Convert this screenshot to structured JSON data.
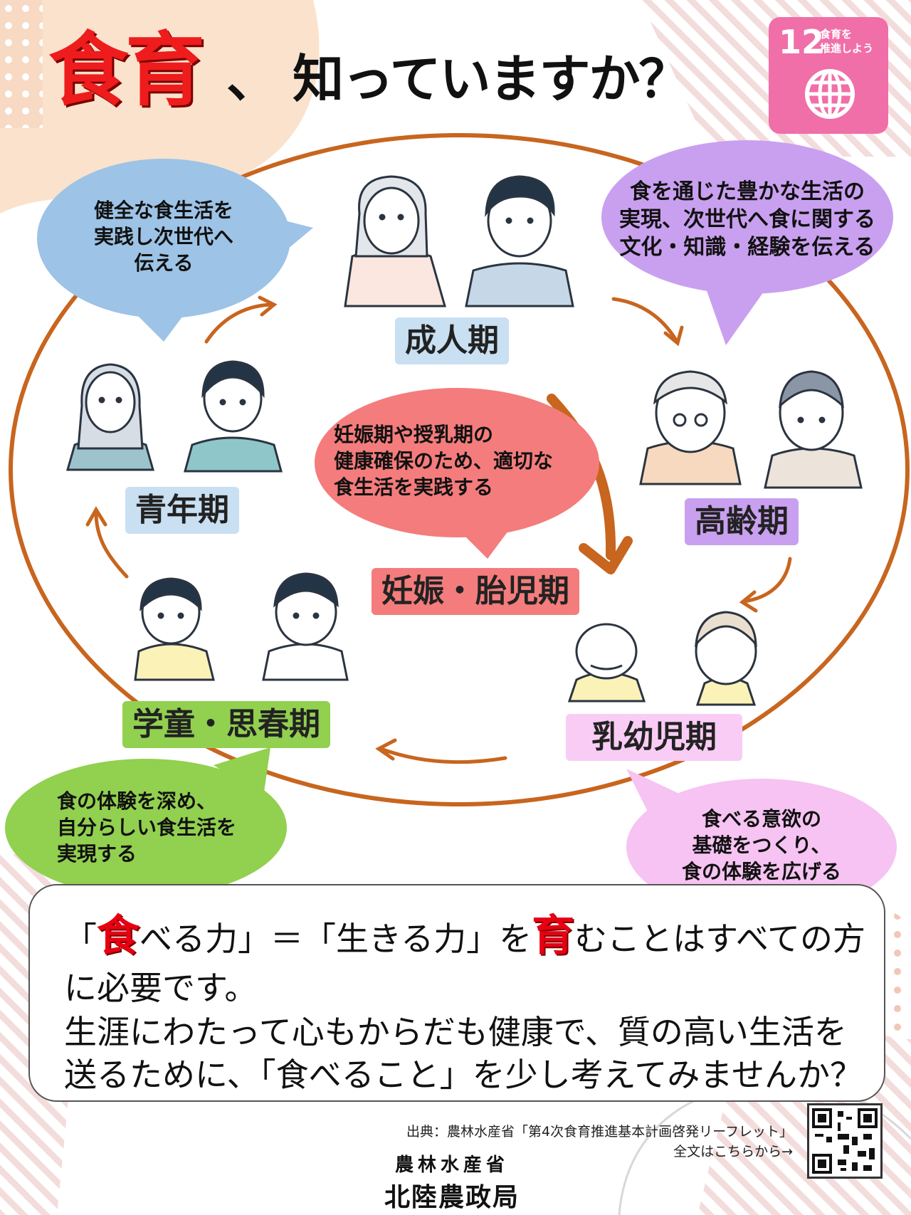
{
  "title": {
    "main": "食育",
    "rest": "、 知っていますか？"
  },
  "sdg": {
    "number": "12",
    "text": "食育を\n推進しよう",
    "icon": "globe-icon",
    "color": "#f06fa8"
  },
  "stages": {
    "adult": "成人期",
    "elderly": "高齢期",
    "infant": "乳幼児期",
    "school": "学童・思春期",
    "youth": "青年期",
    "pregnancy": "妊娠・胎児期"
  },
  "bubbles": {
    "youth": "健全な食生活を\n実践し次世代へ\n伝える",
    "elderly": "食を通じた豊かな生活の\n実現、次世代へ食に関する\n文化・知識・経験を伝える",
    "pregnancy": "妊娠期や授乳期の\n健康確保のため、適切な\n食生活を実践する",
    "school": "食の体験を深め、\n自分らしい食生活を\n実現する",
    "infant": "食べる意欲の\n基礎をつくり、\n食の体験を広げる"
  },
  "message": {
    "line1_pre": "「",
    "line1_em1": "食",
    "line1_mid": "べる力」＝「生きる力」を",
    "line1_em2": "育",
    "line1_post": "むことはすべての方",
    "line2": "に必要です。",
    "line3": "生涯にわたって心もからだも健康で、質の高い生活を",
    "line4": "送るために、「食べること」を少し考えてみませんか？"
  },
  "source": {
    "line1": "出典：農林水産省「第4次食育推進基本計画啓発リーフレット」",
    "line2": "全文はこちらから→"
  },
  "org": {
    "line1": "農林水産省",
    "line2": "北陸農政局"
  },
  "colors": {
    "title_red": "#ee1c1c",
    "cycle_ring": "#c8651e",
    "youth_bubble": "#9dc3e6",
    "elderly_bubble": "#c9a0f0",
    "pregnancy_bubble": "#f47c7c",
    "school_bubble": "#92d050",
    "infant_bubble": "#f6c3f2",
    "adult_label": "#c9dff2",
    "youth_label": "#c9dff2",
    "elderly_label": "#c9a0f0",
    "pregnancy_label": "#f47c7c",
    "school_label": "#92d050",
    "infant_label": "#f9ccf5"
  }
}
